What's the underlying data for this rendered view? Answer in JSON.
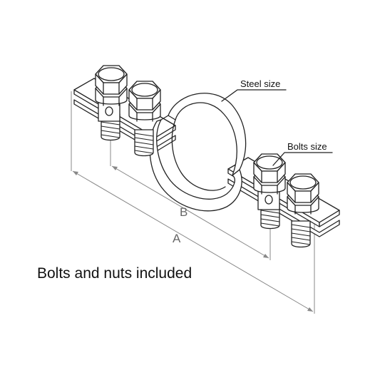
{
  "labels": {
    "steel_size": "Steel size",
    "bolts_size": "Bolts size",
    "dimension_a": "A",
    "dimension_b": "B"
  },
  "caption": "Bolts and nuts included",
  "colors": {
    "line": "#222222",
    "dimension": "#888888",
    "background": "#ffffff"
  }
}
